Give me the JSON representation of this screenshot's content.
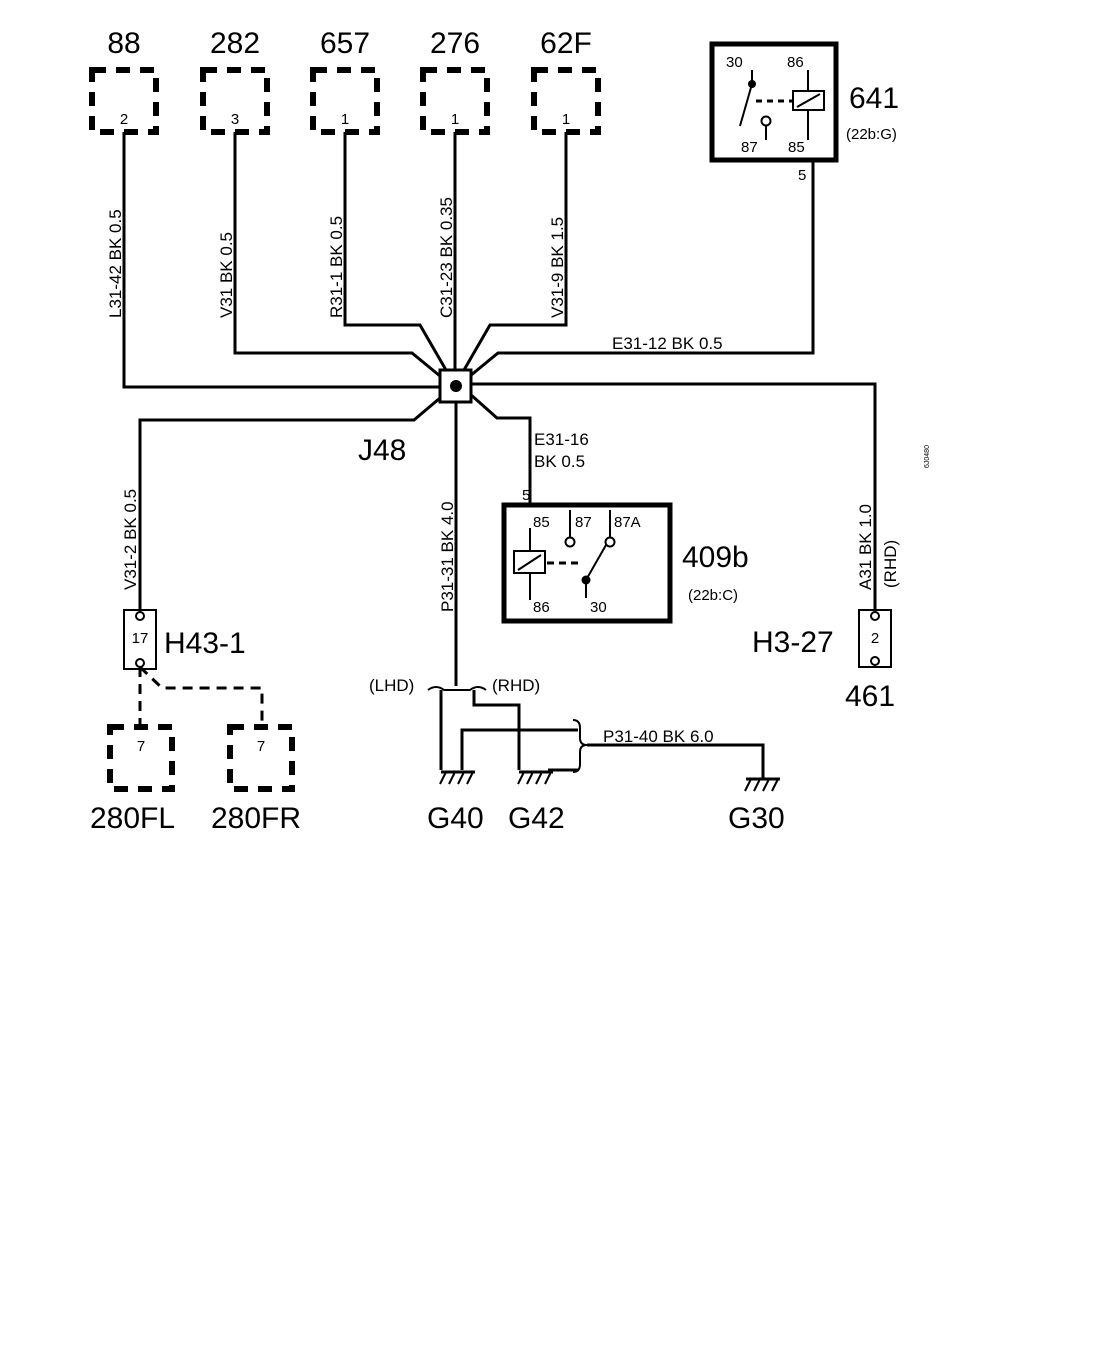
{
  "connectors_top": [
    {
      "id": "88",
      "pin": "2"
    },
    {
      "id": "282",
      "pin": "3"
    },
    {
      "id": "657",
      "pin": "1"
    },
    {
      "id": "276",
      "pin": "1"
    },
    {
      "id": "62F",
      "pin": "1"
    }
  ],
  "wires": {
    "w88": "L31-42   BK   0.5",
    "w282": "V31   BK   0.5",
    "w657": "R31-1   BK   0.5",
    "w276": "C31-23   BK   0.35",
    "w62f": "V31-9   BK   1.5",
    "e3112": "E31-12   BK   0.5",
    "e3116_a": "E31-16",
    "e3116_b": "BK    0.5",
    "v312": "V31-2   BK   0.5",
    "p3131": "P31-31   BK   4.0",
    "a31": "A31   BK   1.0",
    "p3140": "P31-40   BK   6.0"
  },
  "splice": {
    "id": "J48"
  },
  "relay_641": {
    "id": "641",
    "ref": "(22b:G)",
    "pins": {
      "p30": "30",
      "p86": "86",
      "p87": "87",
      "p85": "85",
      "out": "5"
    }
  },
  "relay_409b": {
    "id": "409b",
    "ref": "(22b:C)",
    "pins": {
      "p85": "85",
      "p87": "87",
      "p87a": "87A",
      "p86": "86",
      "p30": "30",
      "in": "5"
    }
  },
  "h43": {
    "id": "H43-1",
    "pin": "17"
  },
  "h3": {
    "id": "H3-27",
    "pin": "2",
    "variant": "(RHD)"
  },
  "comp_461": "461",
  "c280fl": {
    "id": "280FL",
    "pin": "7"
  },
  "c280fr": {
    "id": "280FR",
    "pin": "7"
  },
  "lhd": "(LHD)",
  "rhd": "(RHD)",
  "grounds": {
    "g40": "G40",
    "g42": "G42",
    "g30": "G30"
  },
  "code": "6J0480"
}
